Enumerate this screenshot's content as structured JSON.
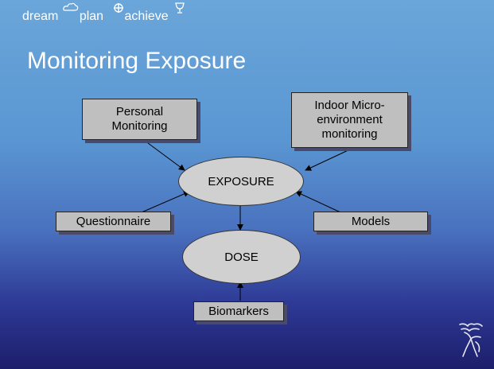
{
  "tagline": {
    "dream": "dream",
    "plan": "plan",
    "achieve": "achieve"
  },
  "slide": {
    "title": "Monitoring Exposure"
  },
  "diagram": {
    "personal": {
      "line1": "Personal",
      "line2": "Monitoring"
    },
    "indoor": {
      "line1": "Indoor Micro-",
      "line2": "environment",
      "line3": "monitoring"
    },
    "exposure": "EXPOSURE",
    "questionnaire": "Questionnaire",
    "models": "Models",
    "dose": "DOSE",
    "biomarkers": "Biomarkers"
  },
  "colors": {
    "box": "#bfbfbf",
    "ellipse": "#d0d0d0",
    "background_top": "#6aa6d9",
    "background_bottom": "#1c1e6a"
  },
  "icons": {
    "cloud": "cloud-icon",
    "plan": "crosshair-globe-icon",
    "achieve": "trophy-icon",
    "logo": "liverbird-logo"
  }
}
